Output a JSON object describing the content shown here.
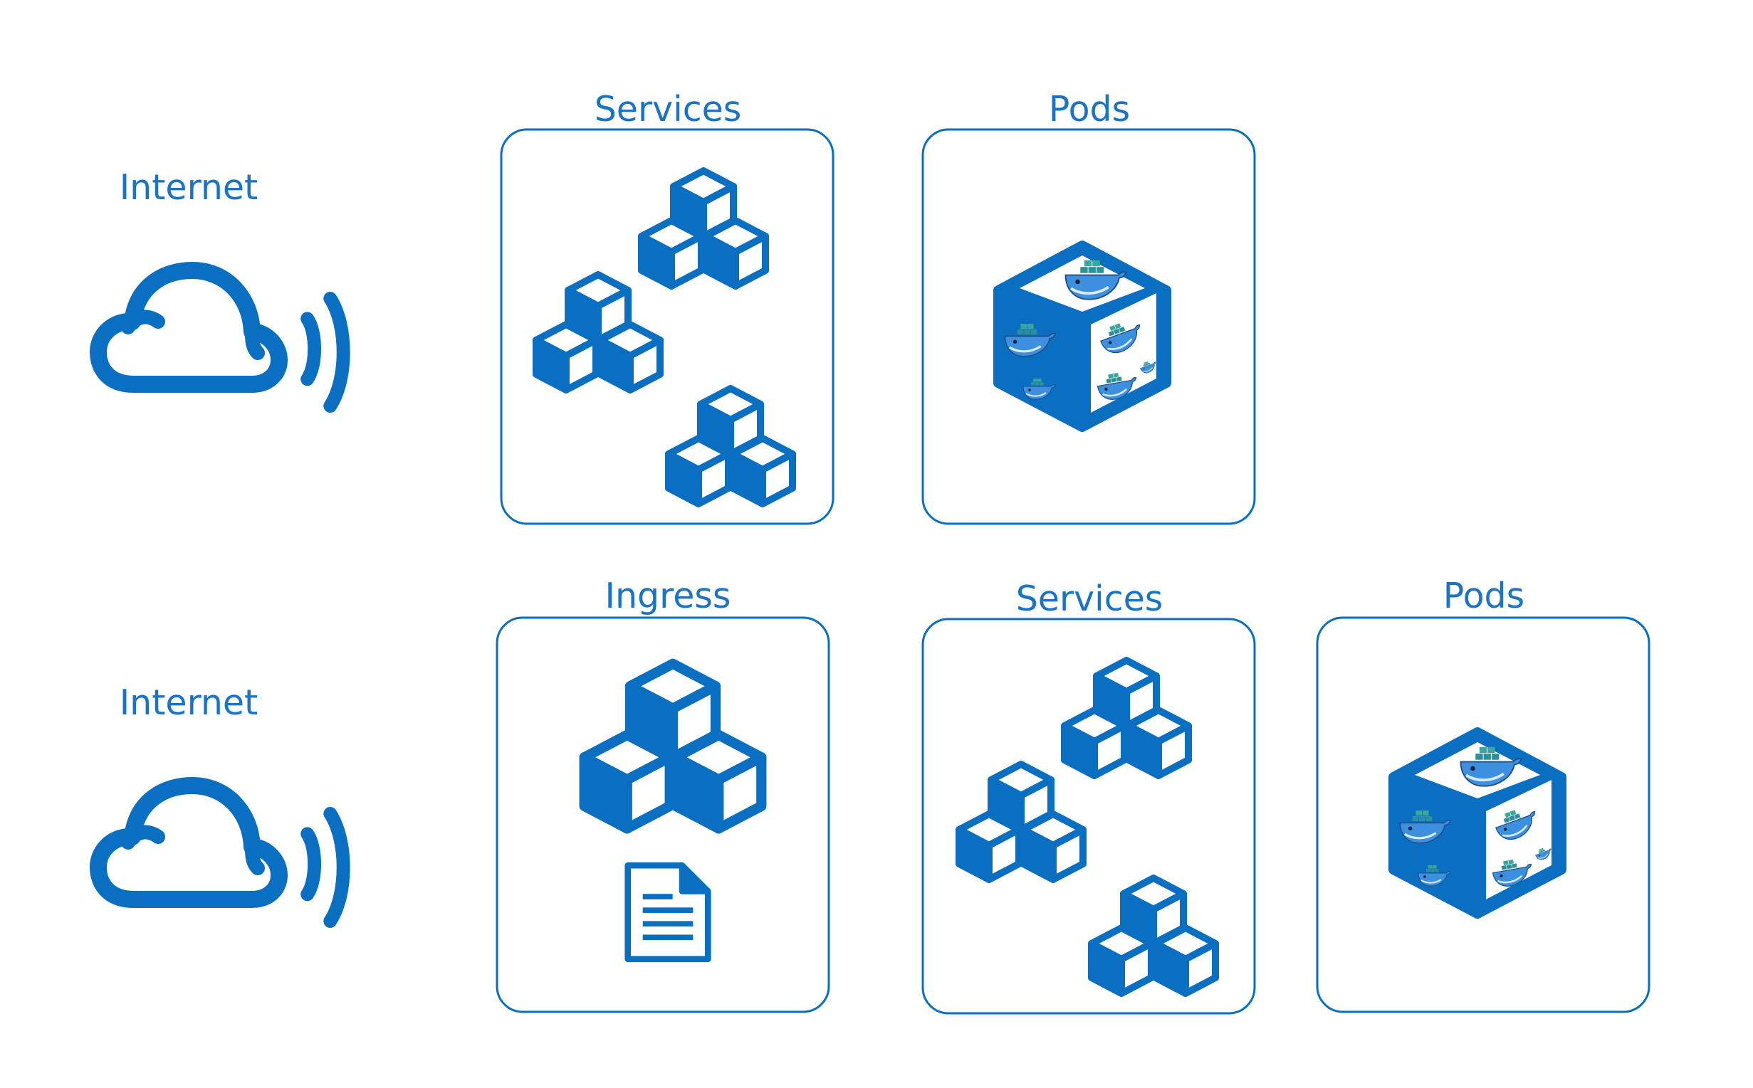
{
  "colors": {
    "primary": "#0b6fc1",
    "label": "#1a73c4",
    "background": "#ffffff",
    "whale": "#3d8fe0"
  },
  "rows": [
    {
      "internet": {
        "label": "Internet",
        "icon": "cloud-wireless-icon"
      },
      "panels": [
        {
          "label": "Services",
          "icon": "service-cubes-icon"
        },
        {
          "label": "Pods",
          "icon": "pod-container-icon"
        }
      ]
    },
    {
      "internet": {
        "label": "Internet",
        "icon": "cloud-wireless-icon"
      },
      "panels": [
        {
          "label": "Ingress",
          "icon": "ingress-cubes-document-icon"
        },
        {
          "label": "Services",
          "icon": "service-cubes-icon"
        },
        {
          "label": "Pods",
          "icon": "pod-container-icon"
        }
      ]
    }
  ]
}
